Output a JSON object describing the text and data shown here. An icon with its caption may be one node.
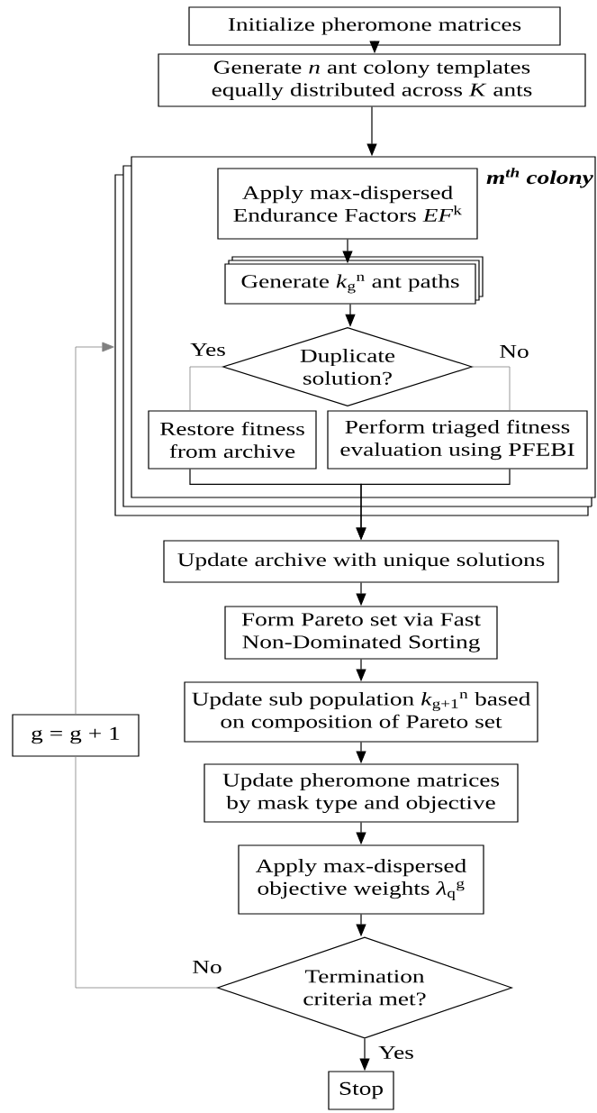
{
  "diagram": {
    "nodes": [
      {
        "text": [
          "Initialize pheromone matrices"
        ]
      },
      {
        "text": [
          "Generate *n* ant colony templates equally distributed across *K* ants"
        ]
      },
      {
        "text": [
          "m$^{th}$ colony"
        ]
      },
      {
        "text": [
          "Apply max-dispersed Endurance Factors *EF*$^{k}$"
        ],
        "in": 2
      },
      {
        "text": [
          "Generate *k*$_{g}$$^{n}$ ant paths"
        ],
        "in": 2
      },
      {
        "text": [
          "Duplicate solution?"
        ],
        "in": 2
      },
      {
        "text": [
          "Restore fitness from archive"
        ],
        "in": 2
      },
      {
        "text": [
          "Perform triaged fitness evaluation using PFEBI"
        ],
        "in": 2
      },
      {
        "text": [
          "Update archive with unique solutions"
        ]
      },
      {
        "text": [
          "Form Pareto set via Fast Non-Dominated Sorting"
        ]
      },
      {
        "text": [
          "Update sub population *k*$_{g+1}$$^{n}$ based on composition of Pareto set"
        ]
      },
      {
        "text": [
          "Update pheromone matrices by mask type and objective"
        ]
      },
      {
        "text": [
          "Apply max-dispersed objective weights *λ*$_{q}$$^{g}$"
        ]
      },
      {
        "text": [
          "Termination criteria met?"
        ]
      },
      {
        "text": [
          "Stop"
        ]
      },
      {
        "text": [
          "g = g + 1"
        ]
      }
    ],
    "edges": [
      {
        "from": 0,
        "to": 1,
        "arrow": "to"
      },
      {
        "from": 1,
        "to": 2,
        "arrow": "to"
      },
      {
        "from": 3,
        "to": 4,
        "arrow": "to"
      },
      {
        "from": 4,
        "to": 5,
        "arrow": "to"
      },
      {
        "from": 5,
        "to": 6,
        "arrow": "none",
        "label": "Yes",
        "color": "#808080"
      },
      {
        "from": 5,
        "to": 7,
        "arrow": "none",
        "label": "No",
        "color": "#808080"
      },
      {
        "from": 6,
        "to": 8,
        "arrow": "to"
      },
      {
        "from": 7,
        "to": 8,
        "arrow": "to"
      },
      {
        "from": 8,
        "to": 9,
        "arrow": "to"
      },
      {
        "from": 9,
        "to": 10,
        "arrow": "to"
      },
      {
        "from": 10,
        "to": 11,
        "arrow": "to"
      },
      {
        "from": 11,
        "to": 12,
        "arrow": "to"
      },
      {
        "from": 12,
        "to": 13,
        "arrow": "to"
      },
      {
        "from": 13,
        "to": 14,
        "arrow": "to",
        "label": "Yes"
      },
      {
        "from": 13,
        "to": 15,
        "arrow": "none",
        "label": "No",
        "color": "#808080"
      },
      {
        "from": 15,
        "to": 2,
        "arrow": "to",
        "color": "#808080"
      }
    ]
  }
}
